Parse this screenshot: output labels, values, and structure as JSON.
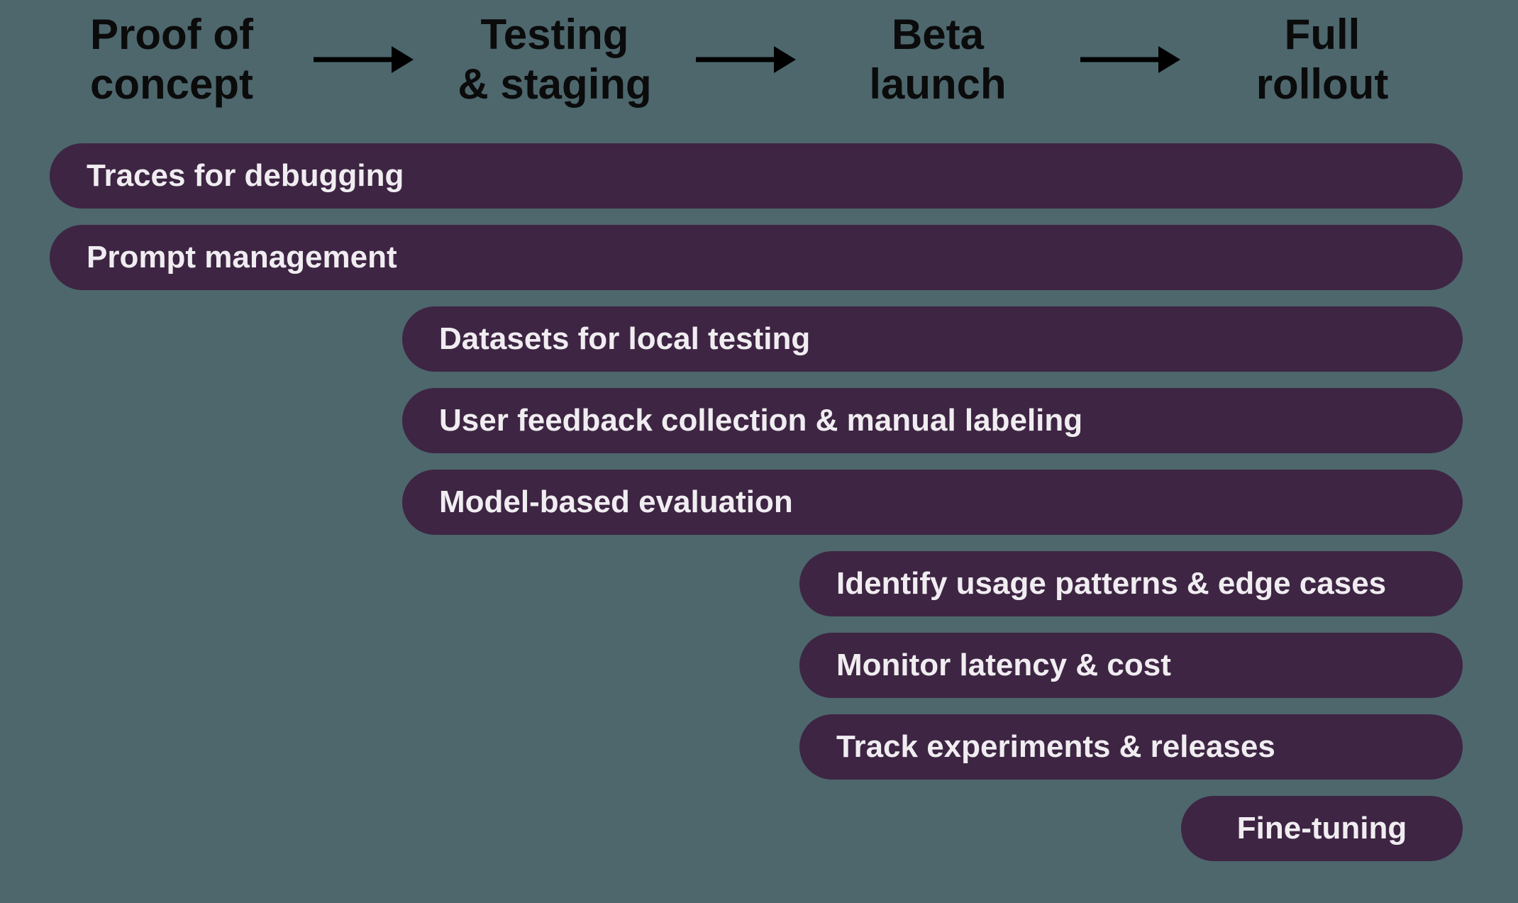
{
  "diagram": {
    "title_semantic": "LLM application lifecycle roadmap",
    "colors": {
      "background": "#4d676d",
      "bar_fill": "#3e2543",
      "bar_text": "#f0edf1",
      "header_text": "#0b0b0b",
      "arrow": "#000000"
    }
  },
  "phases": [
    {
      "label": "Proof of concept",
      "line1": "Proof of",
      "line2": "concept"
    },
    {
      "label": "Testing & staging",
      "line1": "Testing",
      "line2": "& staging"
    },
    {
      "label": "Beta launch",
      "line1": "Beta",
      "line2": "launch"
    },
    {
      "label": "Full rollout",
      "line1": "Full",
      "line2": "rollout"
    }
  ],
  "icons": {
    "arrow_right": "arrow-right-icon"
  },
  "bars": [
    {
      "label": "Traces for debugging",
      "starts_at_phase": "Proof of concept"
    },
    {
      "label": "Prompt management",
      "starts_at_phase": "Proof of concept"
    },
    {
      "label": "Datasets for local testing",
      "starts_at_phase": "Testing & staging"
    },
    {
      "label": "User feedback collection & manual labeling",
      "starts_at_phase": "Testing & staging"
    },
    {
      "label": "Model-based evaluation",
      "starts_at_phase": "Testing & staging"
    },
    {
      "label": "Identify usage patterns & edge cases",
      "starts_at_phase": "Beta launch"
    },
    {
      "label": "Monitor latency & cost",
      "starts_at_phase": "Beta launch"
    },
    {
      "label": "Track experiments & releases",
      "starts_at_phase": "Beta launch"
    },
    {
      "label": "Fine-tuning",
      "starts_at_phase": "Full rollout"
    }
  ]
}
